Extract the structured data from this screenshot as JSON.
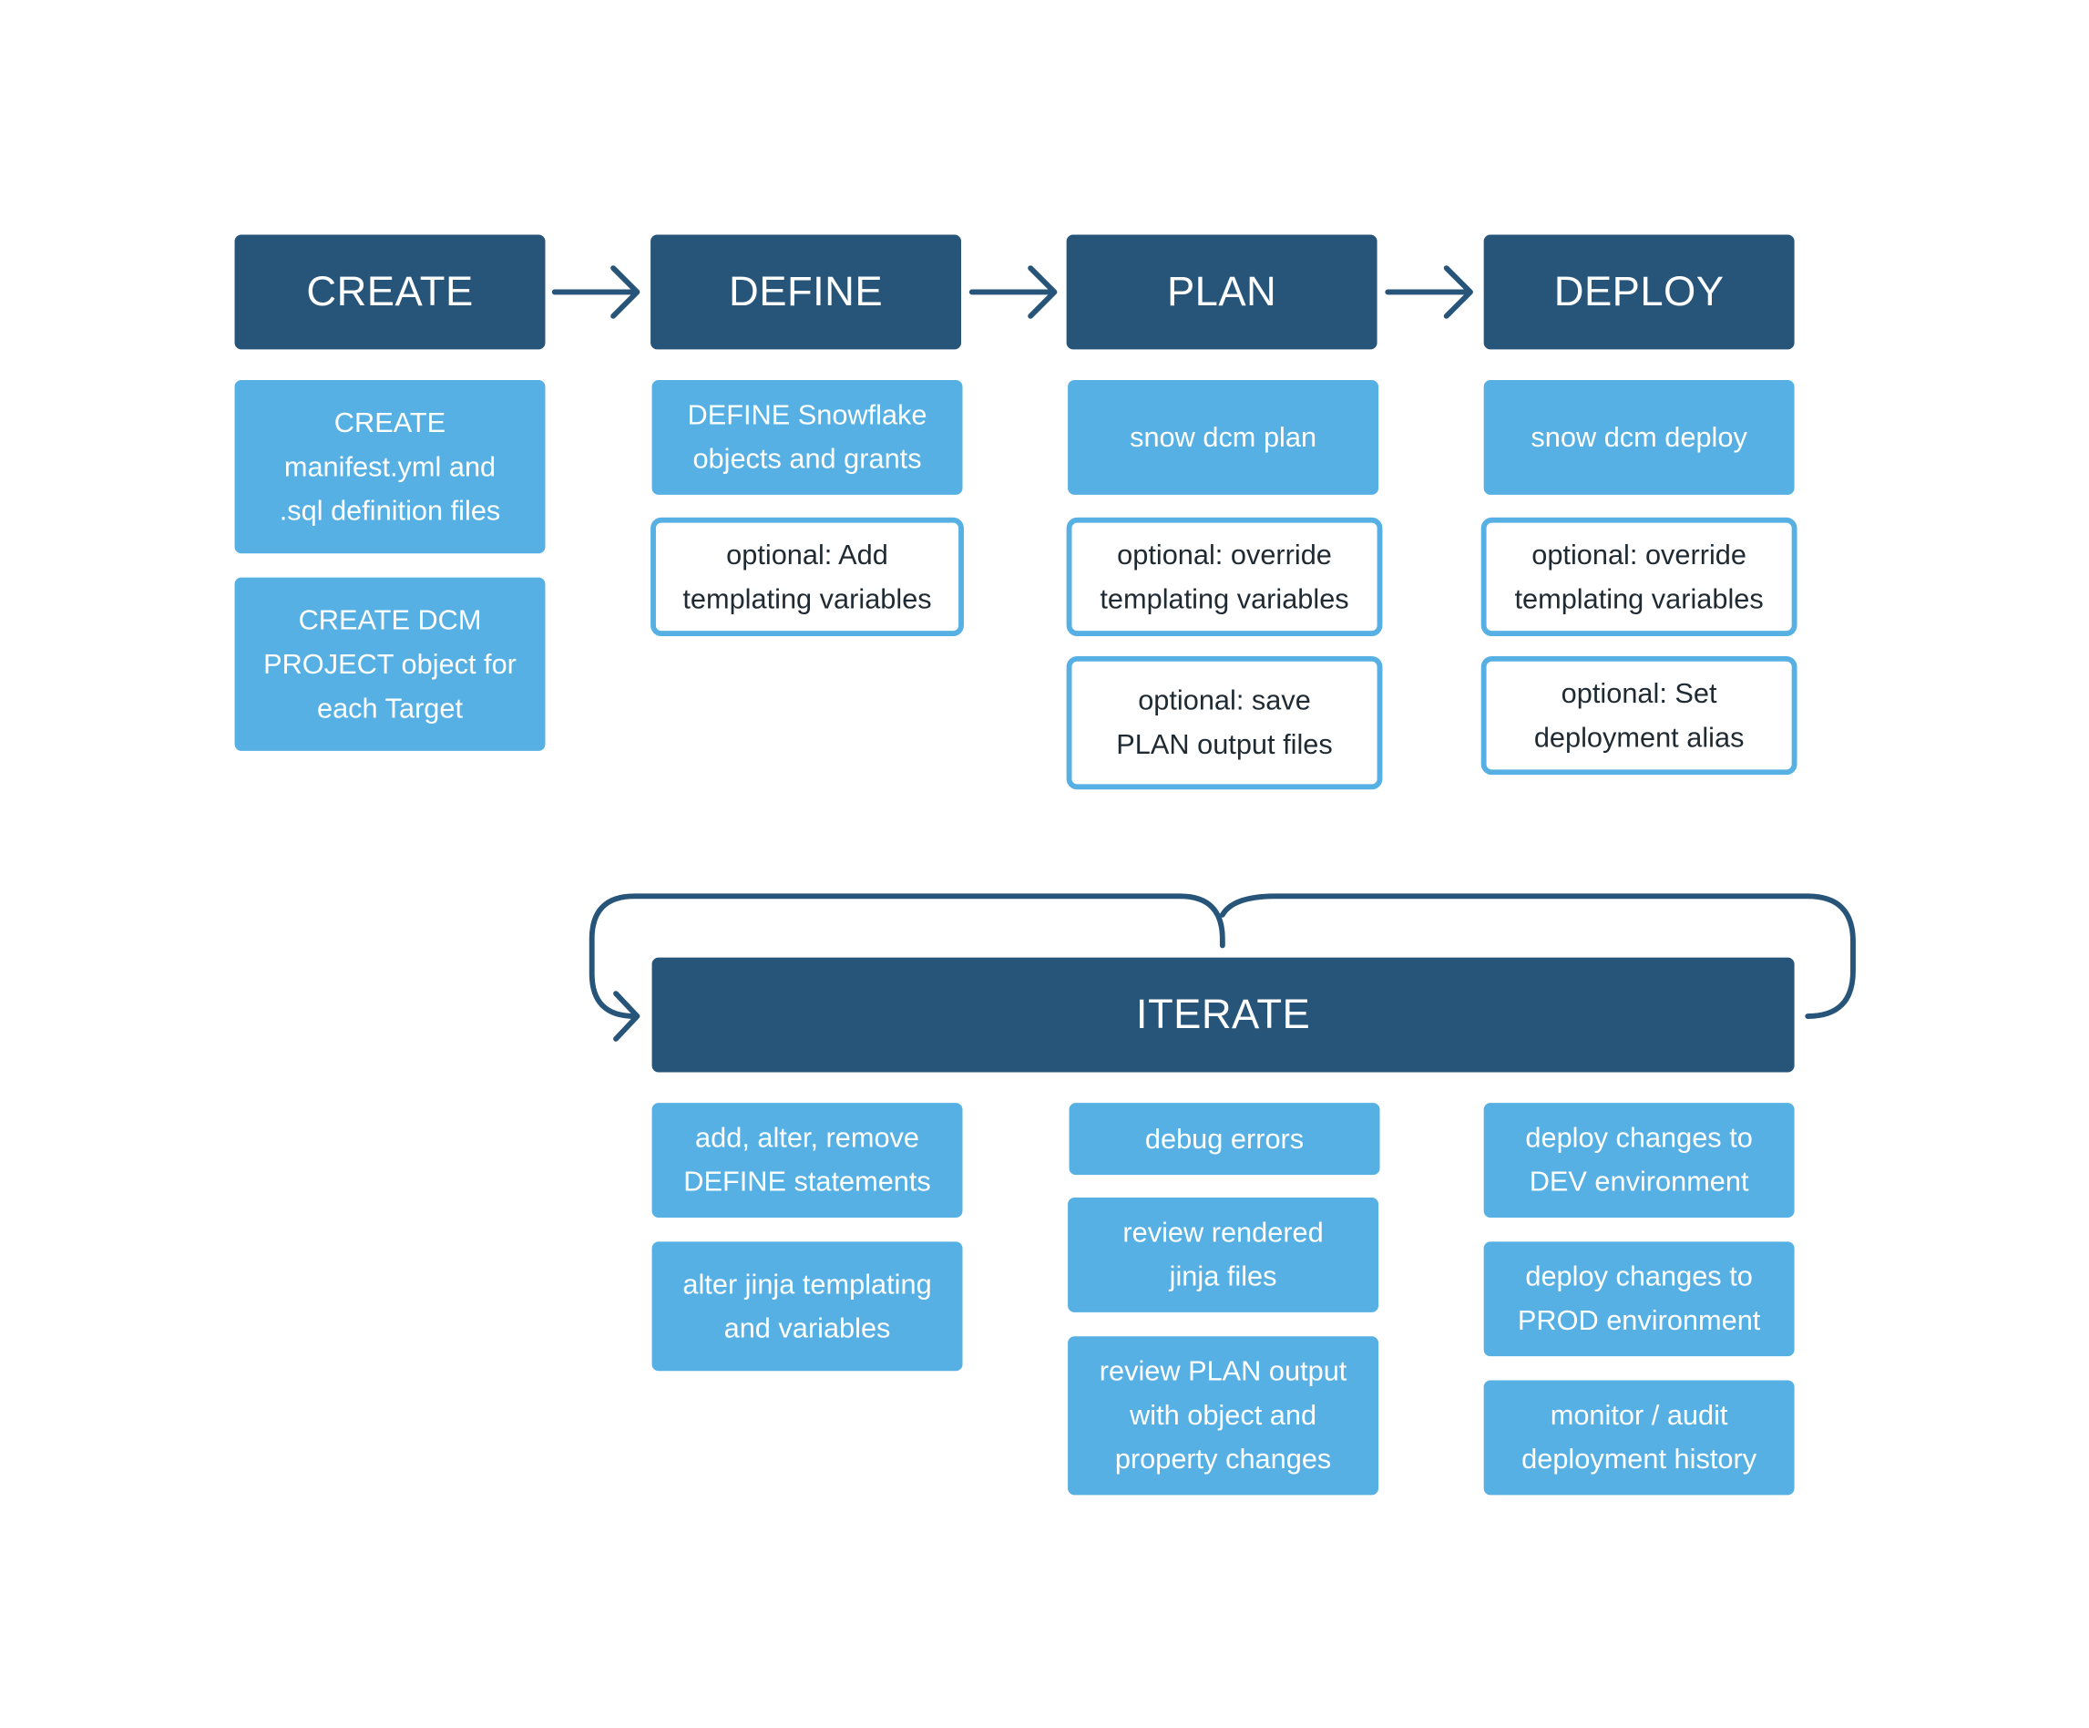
{
  "stages": {
    "create": "CREATE",
    "define": "DEFINE",
    "plan": "PLAN",
    "deploy": "DEPLOY",
    "iterate": "ITERATE"
  },
  "create_steps": [
    "CREATE\nmanifest.yml and\n.sql definition files",
    "CREATE DCM\nPROJECT object for\neach Target"
  ],
  "define_steps": [
    "DEFINE Snowflake\nobjects and grants"
  ],
  "define_options": [
    "optional: Add\ntemplating variables"
  ],
  "plan_steps": [
    "snow dcm plan"
  ],
  "plan_options": [
    "optional: override\ntemplating variables",
    "optional: save\nPLAN output files"
  ],
  "deploy_steps": [
    "snow dcm deploy"
  ],
  "deploy_options": [
    "optional: override\ntemplating variables",
    "optional: Set\ndeployment alias"
  ],
  "iterate_columns": [
    [
      "add, alter, remove\nDEFINE statements",
      "alter jinja templating\nand variables"
    ],
    [
      "debug errors",
      "review rendered\njinja files",
      "review PLAN output\nwith object and\nproperty changes"
    ],
    [
      "deploy changes to\nDEV environment",
      "deploy changes to\nPROD environment",
      "monitor / audit\ndeployment history"
    ]
  ],
  "colors": {
    "stage": "#275479",
    "step": "#57b0e3",
    "arrow": "#275479"
  }
}
